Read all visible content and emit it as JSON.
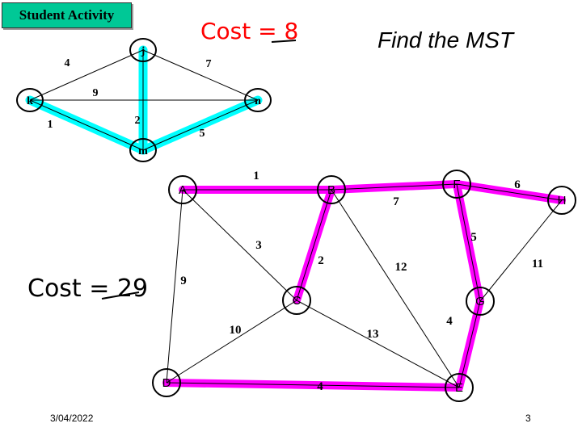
{
  "slide": {
    "badge": "Student Activity",
    "title": "Find the MST",
    "date": "3/04/2022",
    "page_number": "3",
    "small_cost": "Cost = 8",
    "big_cost": "Cost = 29"
  },
  "colors": {
    "small_highlight": "#00ffff",
    "big_highlight": "#ff00ff",
    "badge": "#00c896",
    "small_cost": "#ff0000"
  },
  "small_graph": {
    "nodes": [
      "j",
      "k",
      "n",
      "m"
    ],
    "edges": [
      {
        "from": "j",
        "to": "k",
        "weight": "4",
        "mst": false
      },
      {
        "from": "j",
        "to": "n",
        "weight": "7",
        "mst": false
      },
      {
        "from": "k",
        "to": "n",
        "weight": "9",
        "mst": false
      },
      {
        "from": "k",
        "to": "m",
        "weight": "1",
        "mst": true
      },
      {
        "from": "j",
        "to": "m",
        "weight": "2",
        "mst": true
      },
      {
        "from": "m",
        "to": "n",
        "weight": "5",
        "mst": true
      }
    ]
  },
  "big_graph": {
    "nodes": [
      "A",
      "B",
      "F",
      "H",
      "C",
      "G",
      "D",
      "E"
    ],
    "edges": [
      {
        "from": "A",
        "to": "B",
        "weight": "1",
        "mst": true
      },
      {
        "from": "B",
        "to": "F",
        "weight": "7",
        "mst": true
      },
      {
        "from": "F",
        "to": "H",
        "weight": "6",
        "mst": true
      },
      {
        "from": "A",
        "to": "C",
        "weight": "3",
        "mst": false
      },
      {
        "from": "B",
        "to": "C",
        "weight": "2",
        "mst": true
      },
      {
        "from": "B",
        "to": "E",
        "weight": "12",
        "mst": false
      },
      {
        "from": "F",
        "to": "G",
        "weight": "5",
        "mst": true
      },
      {
        "from": "H",
        "to": "G",
        "weight": "11",
        "mst": false
      },
      {
        "from": "A",
        "to": "D",
        "weight": "9",
        "mst": false
      },
      {
        "from": "C",
        "to": "D",
        "weight": "10",
        "mst": false
      },
      {
        "from": "C",
        "to": "E",
        "weight": "13",
        "mst": false
      },
      {
        "from": "G",
        "to": "E",
        "weight": "4",
        "mst": true
      },
      {
        "from": "D",
        "to": "E",
        "weight": "4",
        "mst": true
      }
    ]
  }
}
